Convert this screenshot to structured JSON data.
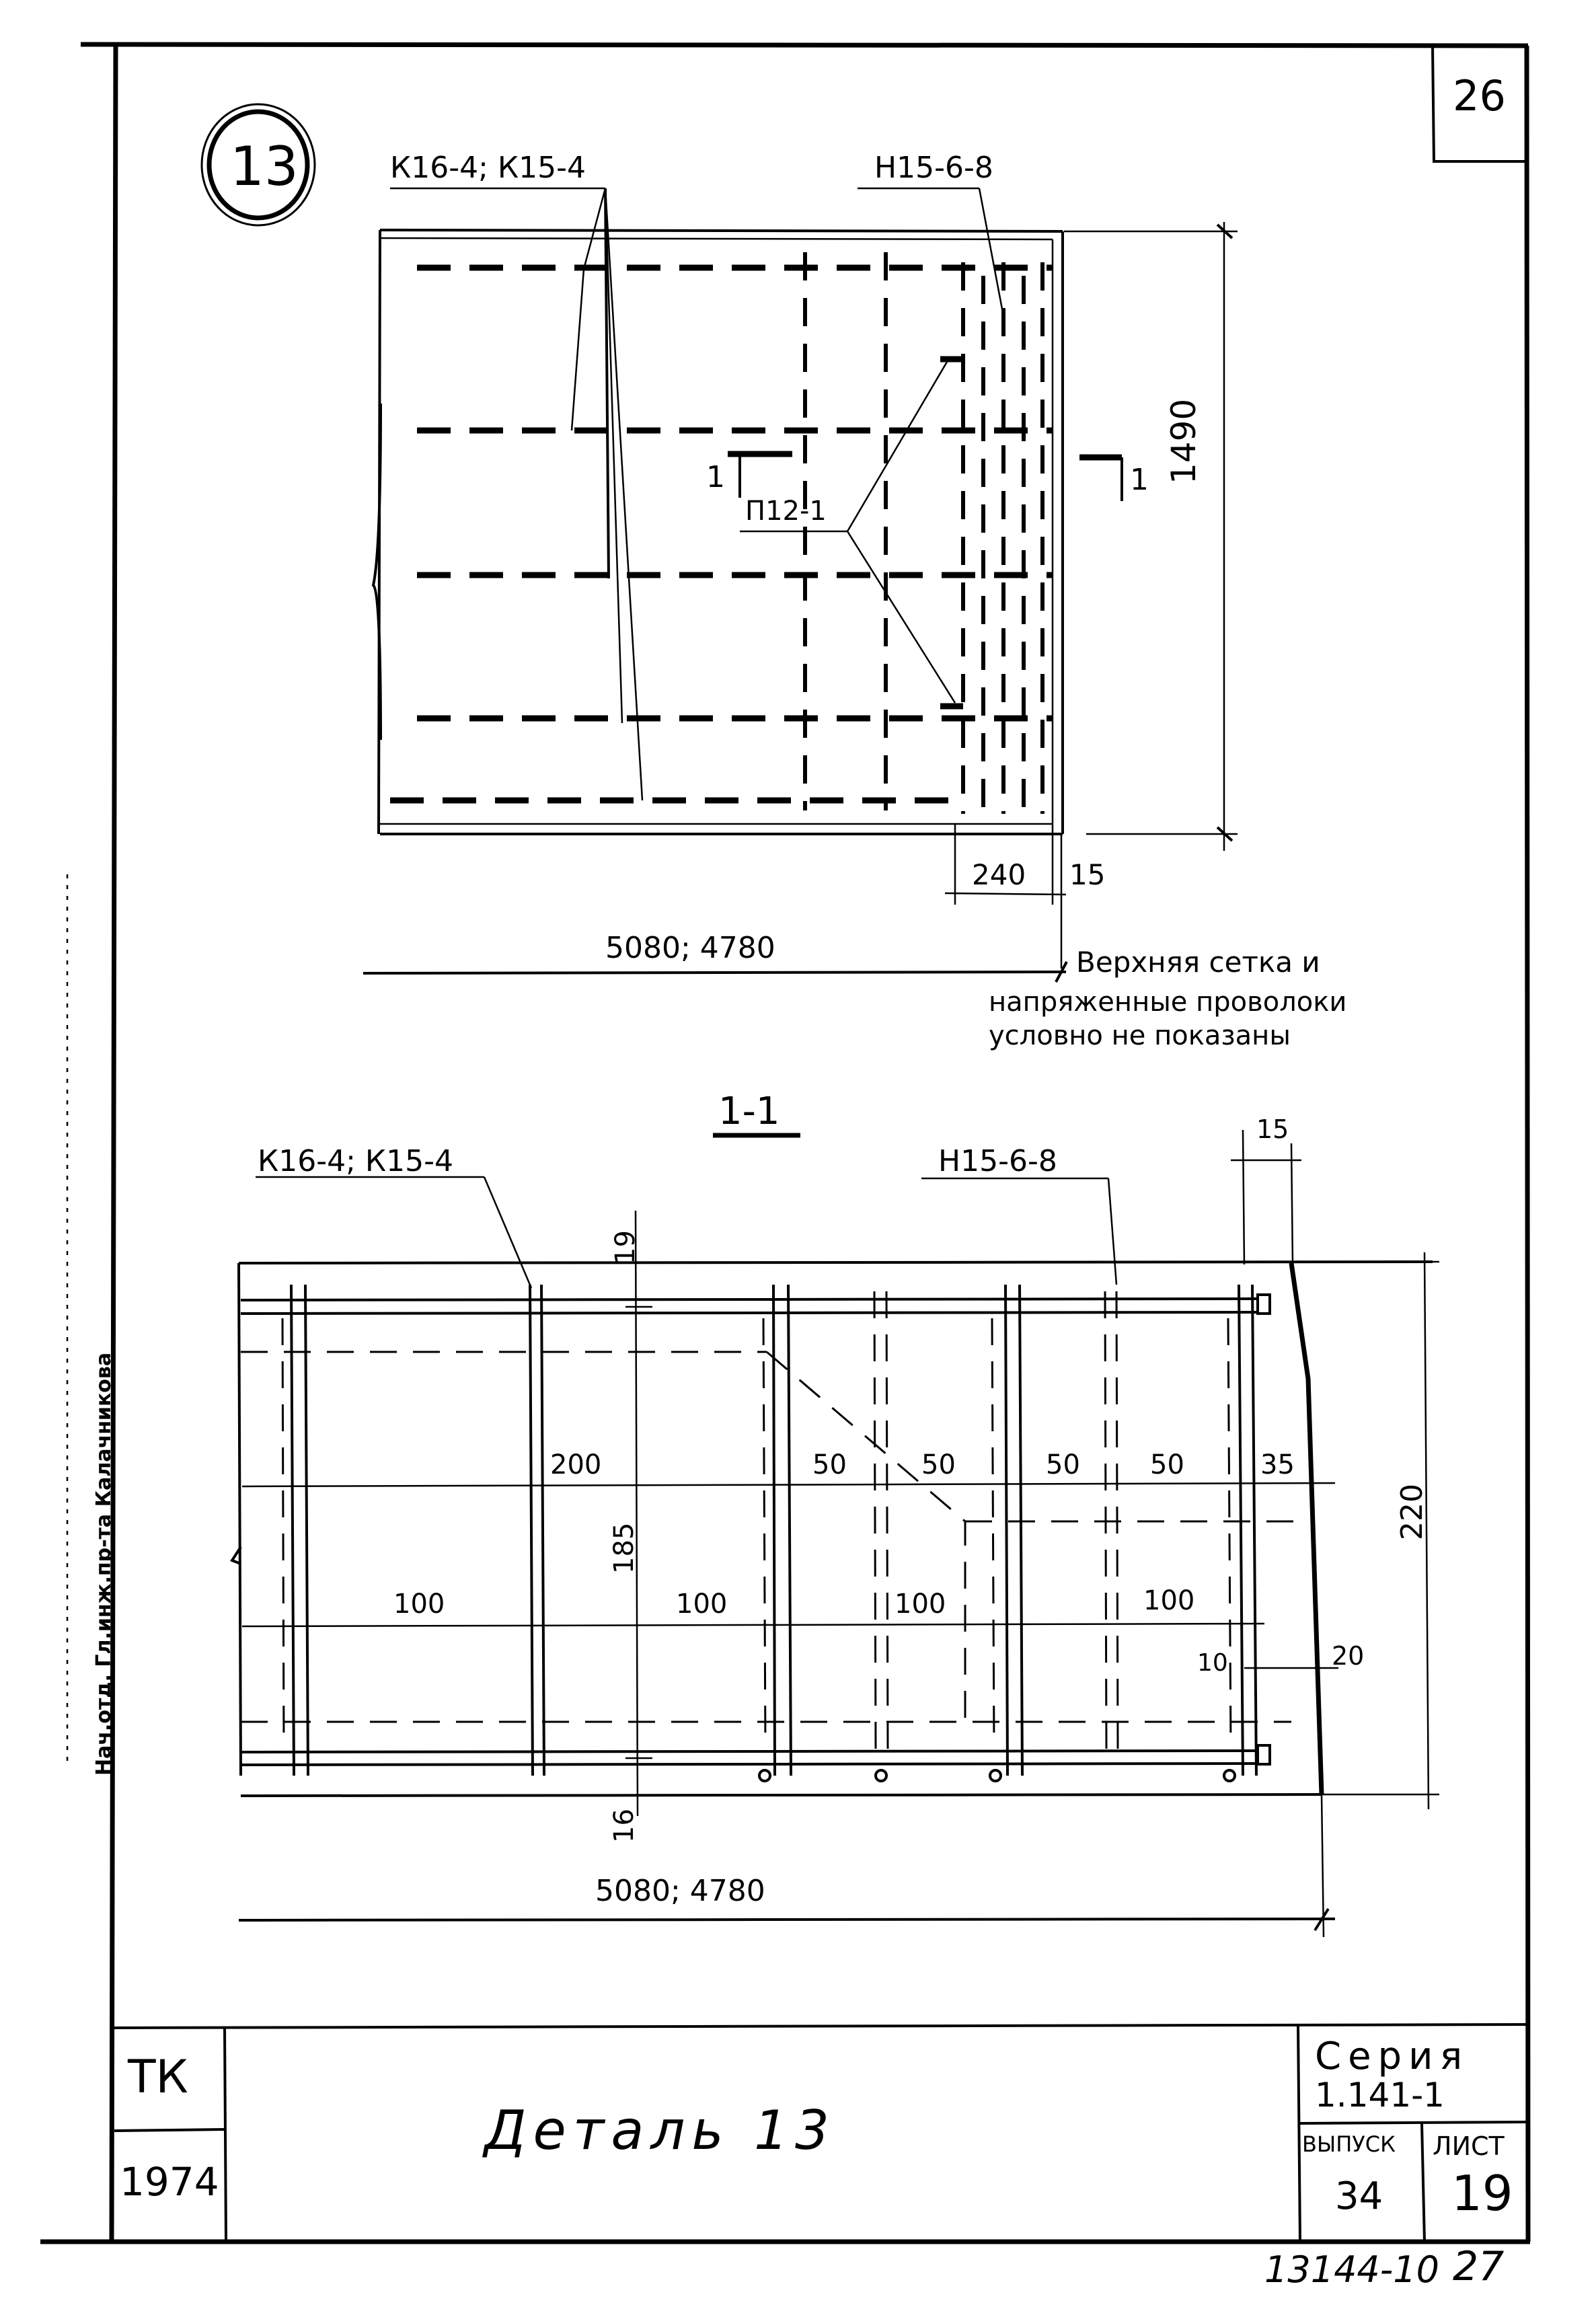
{
  "sheet": {
    "corner_number": "26",
    "detail_marker": "13",
    "handwritten_footer": "13144-10",
    "footer_page": "27"
  },
  "plan_view": {
    "leader_rebar_cages": "К16-4; К15-4",
    "leader_mesh": "Н15-6-8",
    "leader_loop": "П12-1",
    "section_mark_left": "1",
    "section_mark_right": "1",
    "dim_height": "1490",
    "dim_240": "240",
    "dim_15": "15",
    "dim_length": "5080; 4780",
    "note_line1": "Верхняя сетка и",
    "note_line2": "напряженные проволоки",
    "note_line3": "условно не показаны"
  },
  "section_view": {
    "title": "1-1",
    "leader_rebar_cages": "К16-4; К15-4",
    "leader_mesh": "Н15-6-8",
    "dim_top_15": "15",
    "dim_19": "19",
    "dim_185": "185",
    "dim_16": "16",
    "dim_220": "220",
    "dim_200": "200",
    "dims_50": [
      "50",
      "50",
      "50",
      "50"
    ],
    "dim_35": "35",
    "dims_100": [
      "100",
      "100",
      "100",
      "100"
    ],
    "dim_10": "10",
    "dim_20": "20",
    "dim_length": "5080; 4780"
  },
  "title_block": {
    "org": "ТК",
    "year": "1974",
    "title": "Деталь 13",
    "series_label": "Серия",
    "series_value": "1.141-1",
    "issue_label": "выпуск",
    "issue_value": "34",
    "sheet_label": "лист",
    "sheet_value": "19"
  },
  "side_stamp": {
    "text": "Нач.отд. Гл.инж.пр-та Калачникова"
  }
}
